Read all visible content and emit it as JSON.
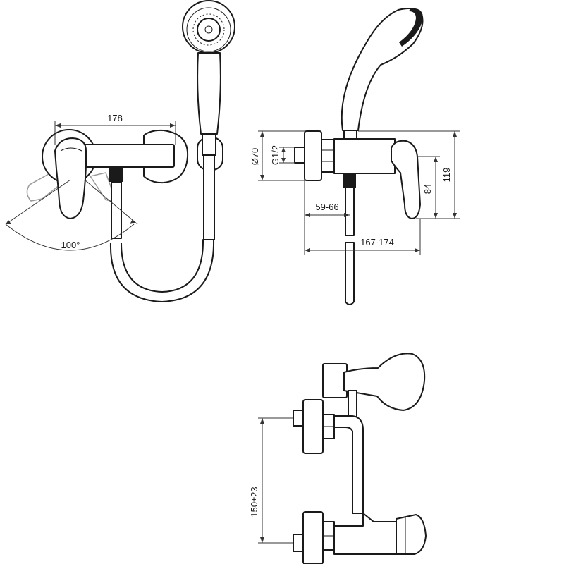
{
  "dimensions": {
    "width_178": "178",
    "angle_100": "100°",
    "diameter_70": "Ø70",
    "thread_g12": "G1/2",
    "height_119": "119",
    "height_84": "84",
    "offset_59_66": "59-66",
    "depth_167_174": "167-174",
    "centers_150": "150±23"
  },
  "colors": {
    "line": "#1a1a1a",
    "background": "#ffffff"
  }
}
